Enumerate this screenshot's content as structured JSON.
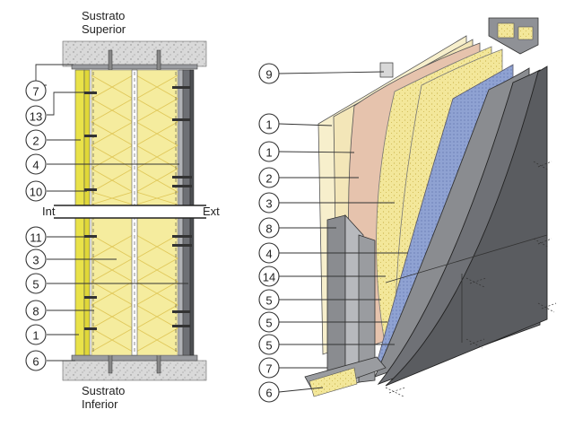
{
  "labels": {
    "top_substrate_line1": "Sustrato",
    "top_substrate_line2": "Superior",
    "bottom_substrate_line1": "Sustrato",
    "bottom_substrate_line2": "Inferior",
    "interior": "Int",
    "exterior": "Ext"
  },
  "left_callouts": [
    "7",
    "13",
    "2",
    "4",
    "10",
    "11",
    "3",
    "5",
    "8",
    "1",
    "6"
  ],
  "right_callouts": [
    "9",
    "1",
    "1",
    "2",
    "3",
    "8",
    "4",
    "14",
    "5",
    "5",
    "5",
    "7",
    "6"
  ],
  "colors": {
    "gypsum_yellow": "#e9e24a",
    "insulation": "#f5ec9e",
    "stud_grey": "#7d7f84",
    "panel_dark": "#8a8c90",
    "membrane_blue": "#7f95c9",
    "board_pink": "#e6c3ad",
    "board_cream": "#f7efcc"
  }
}
